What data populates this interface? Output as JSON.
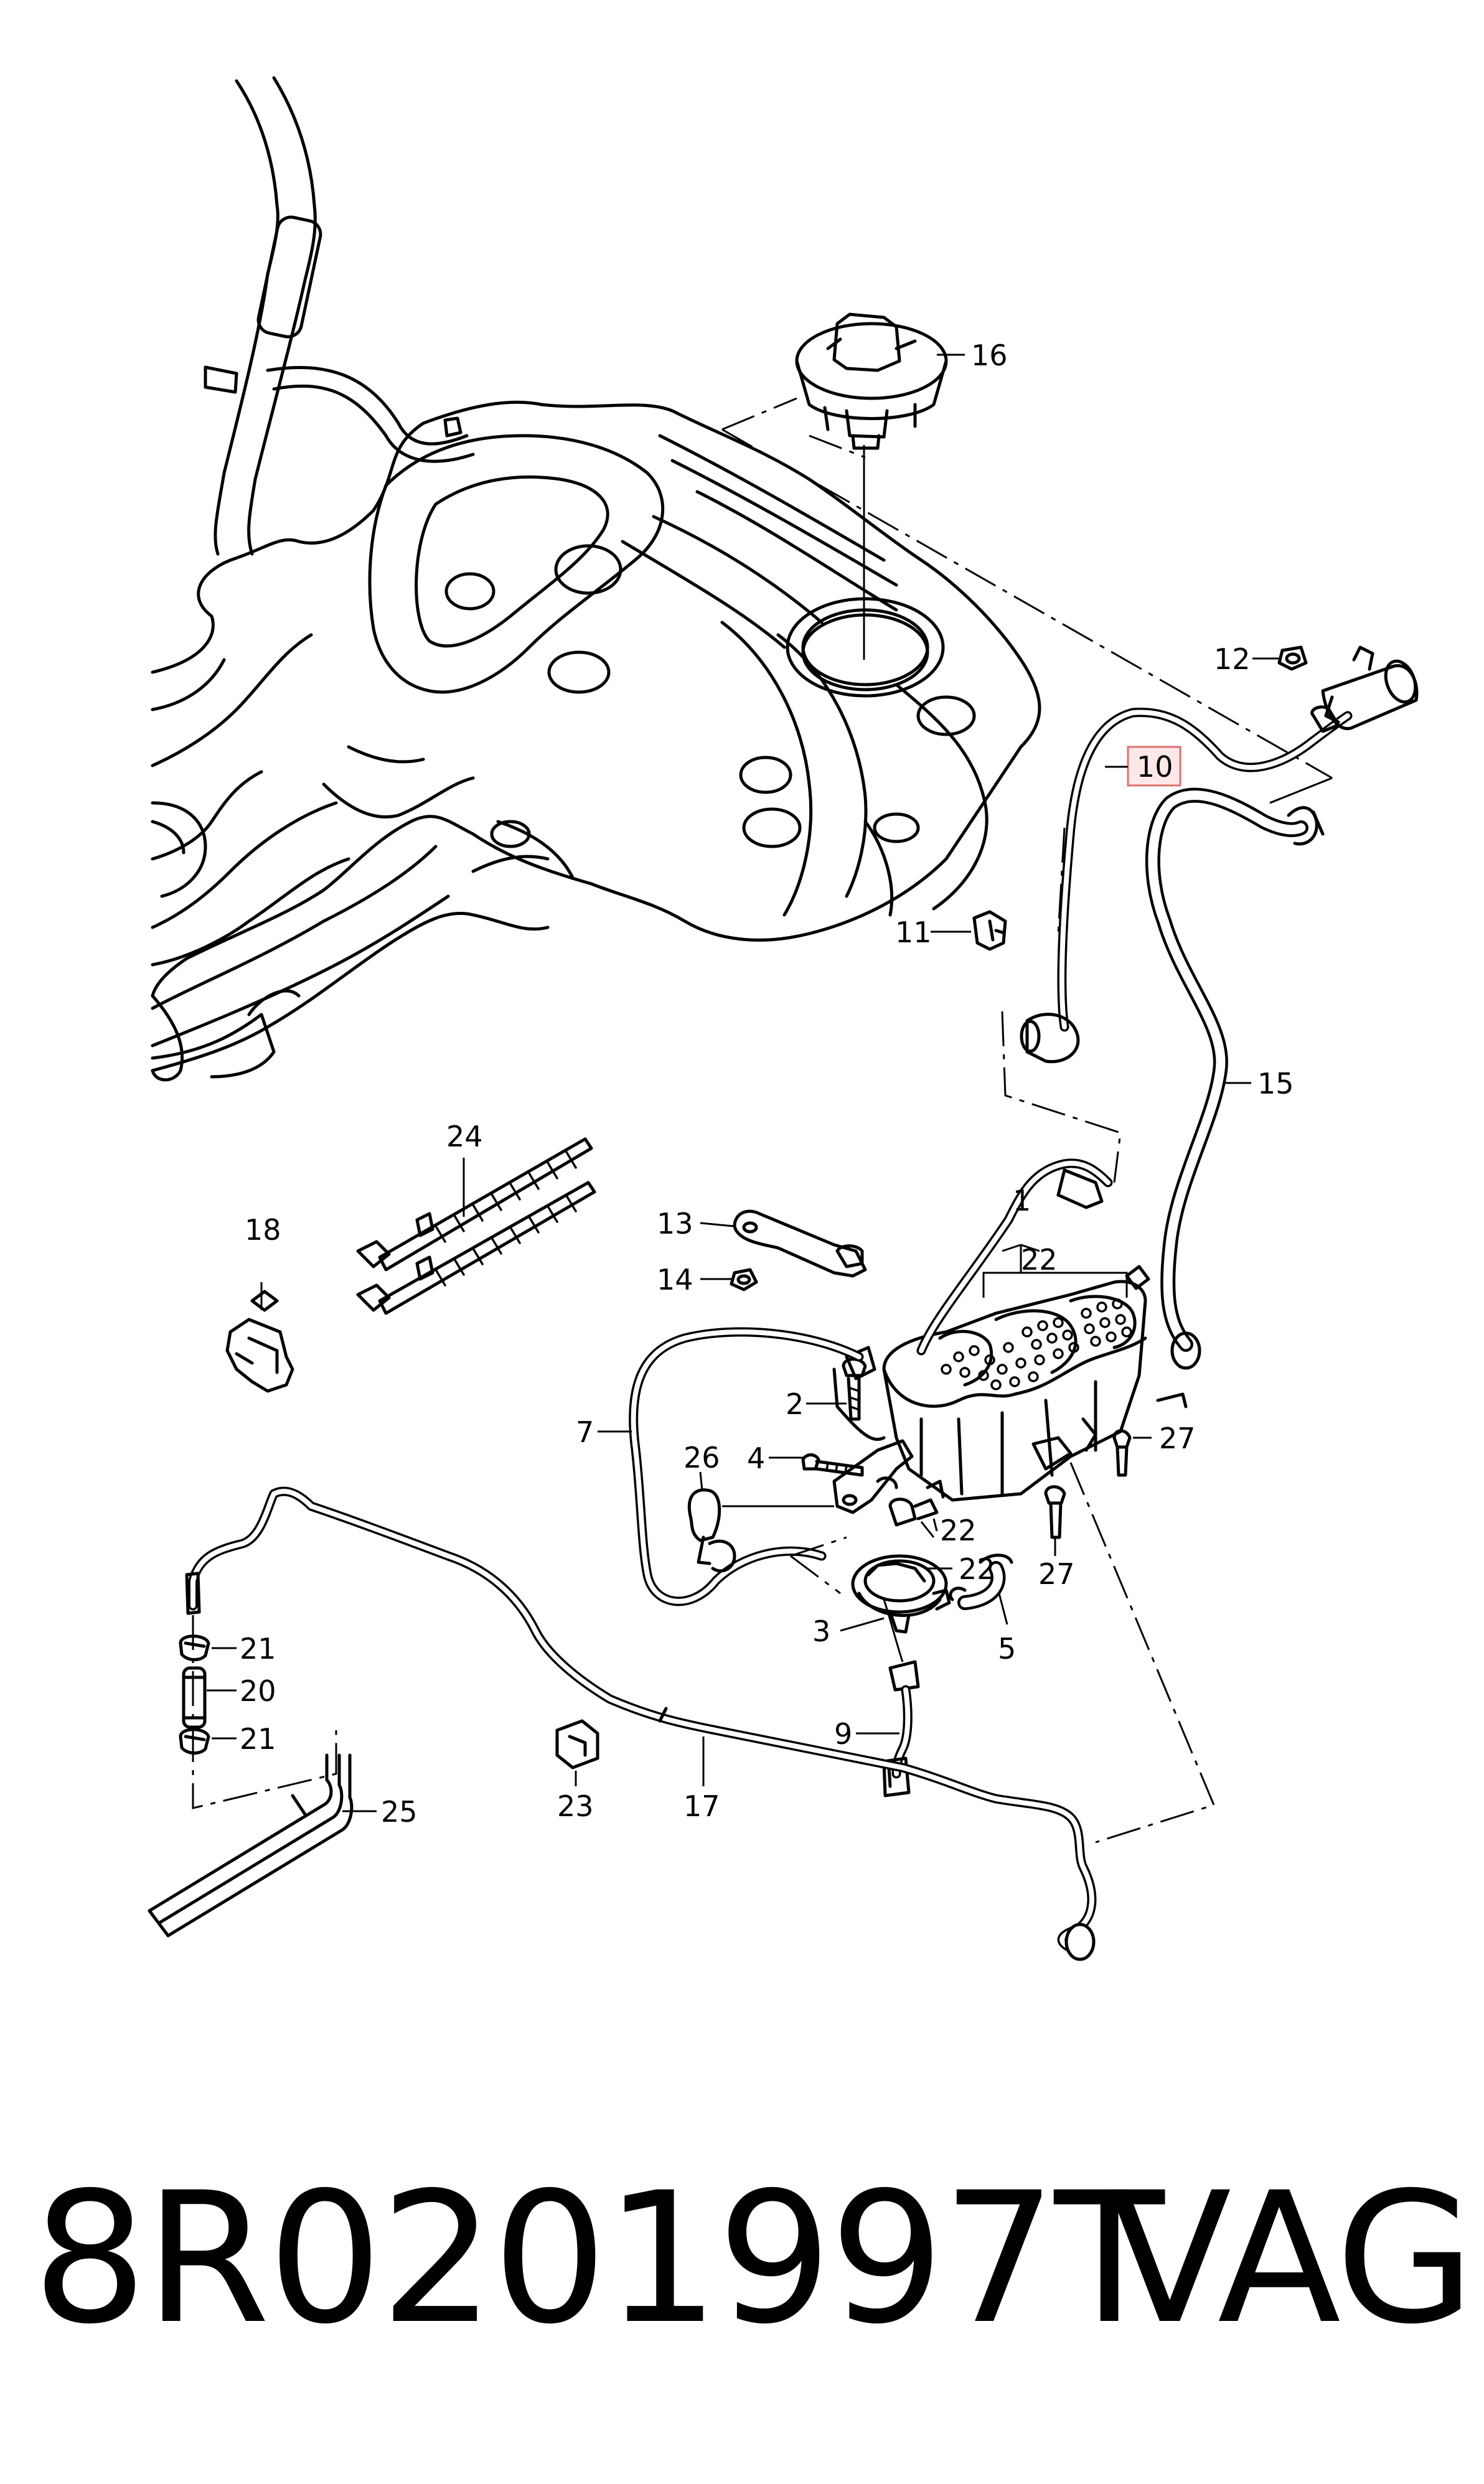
{
  "diagram": {
    "callouts": {
      "c1": "1",
      "c2": "2",
      "c3": "3",
      "c4": "4",
      "c5": "5",
      "c7": "7",
      "c9": "9",
      "c10": "10",
      "c11": "11",
      "c12": "12",
      "c13": "13",
      "c14": "14",
      "c15": "15",
      "c16": "16",
      "c17": "17",
      "c18": "18",
      "c20": "20",
      "c21a": "21",
      "c21b": "21",
      "c22a": "22",
      "c22b": "22",
      "c22c": "22",
      "c23": "23",
      "c24": "24",
      "c25": "25",
      "c26": "26",
      "c27a": "27",
      "c27b": "27"
    },
    "highlighted_callout": "10",
    "highlight_color": "#e07070"
  },
  "footer": {
    "part_number": "8R0201997T",
    "brand": "VAG"
  }
}
